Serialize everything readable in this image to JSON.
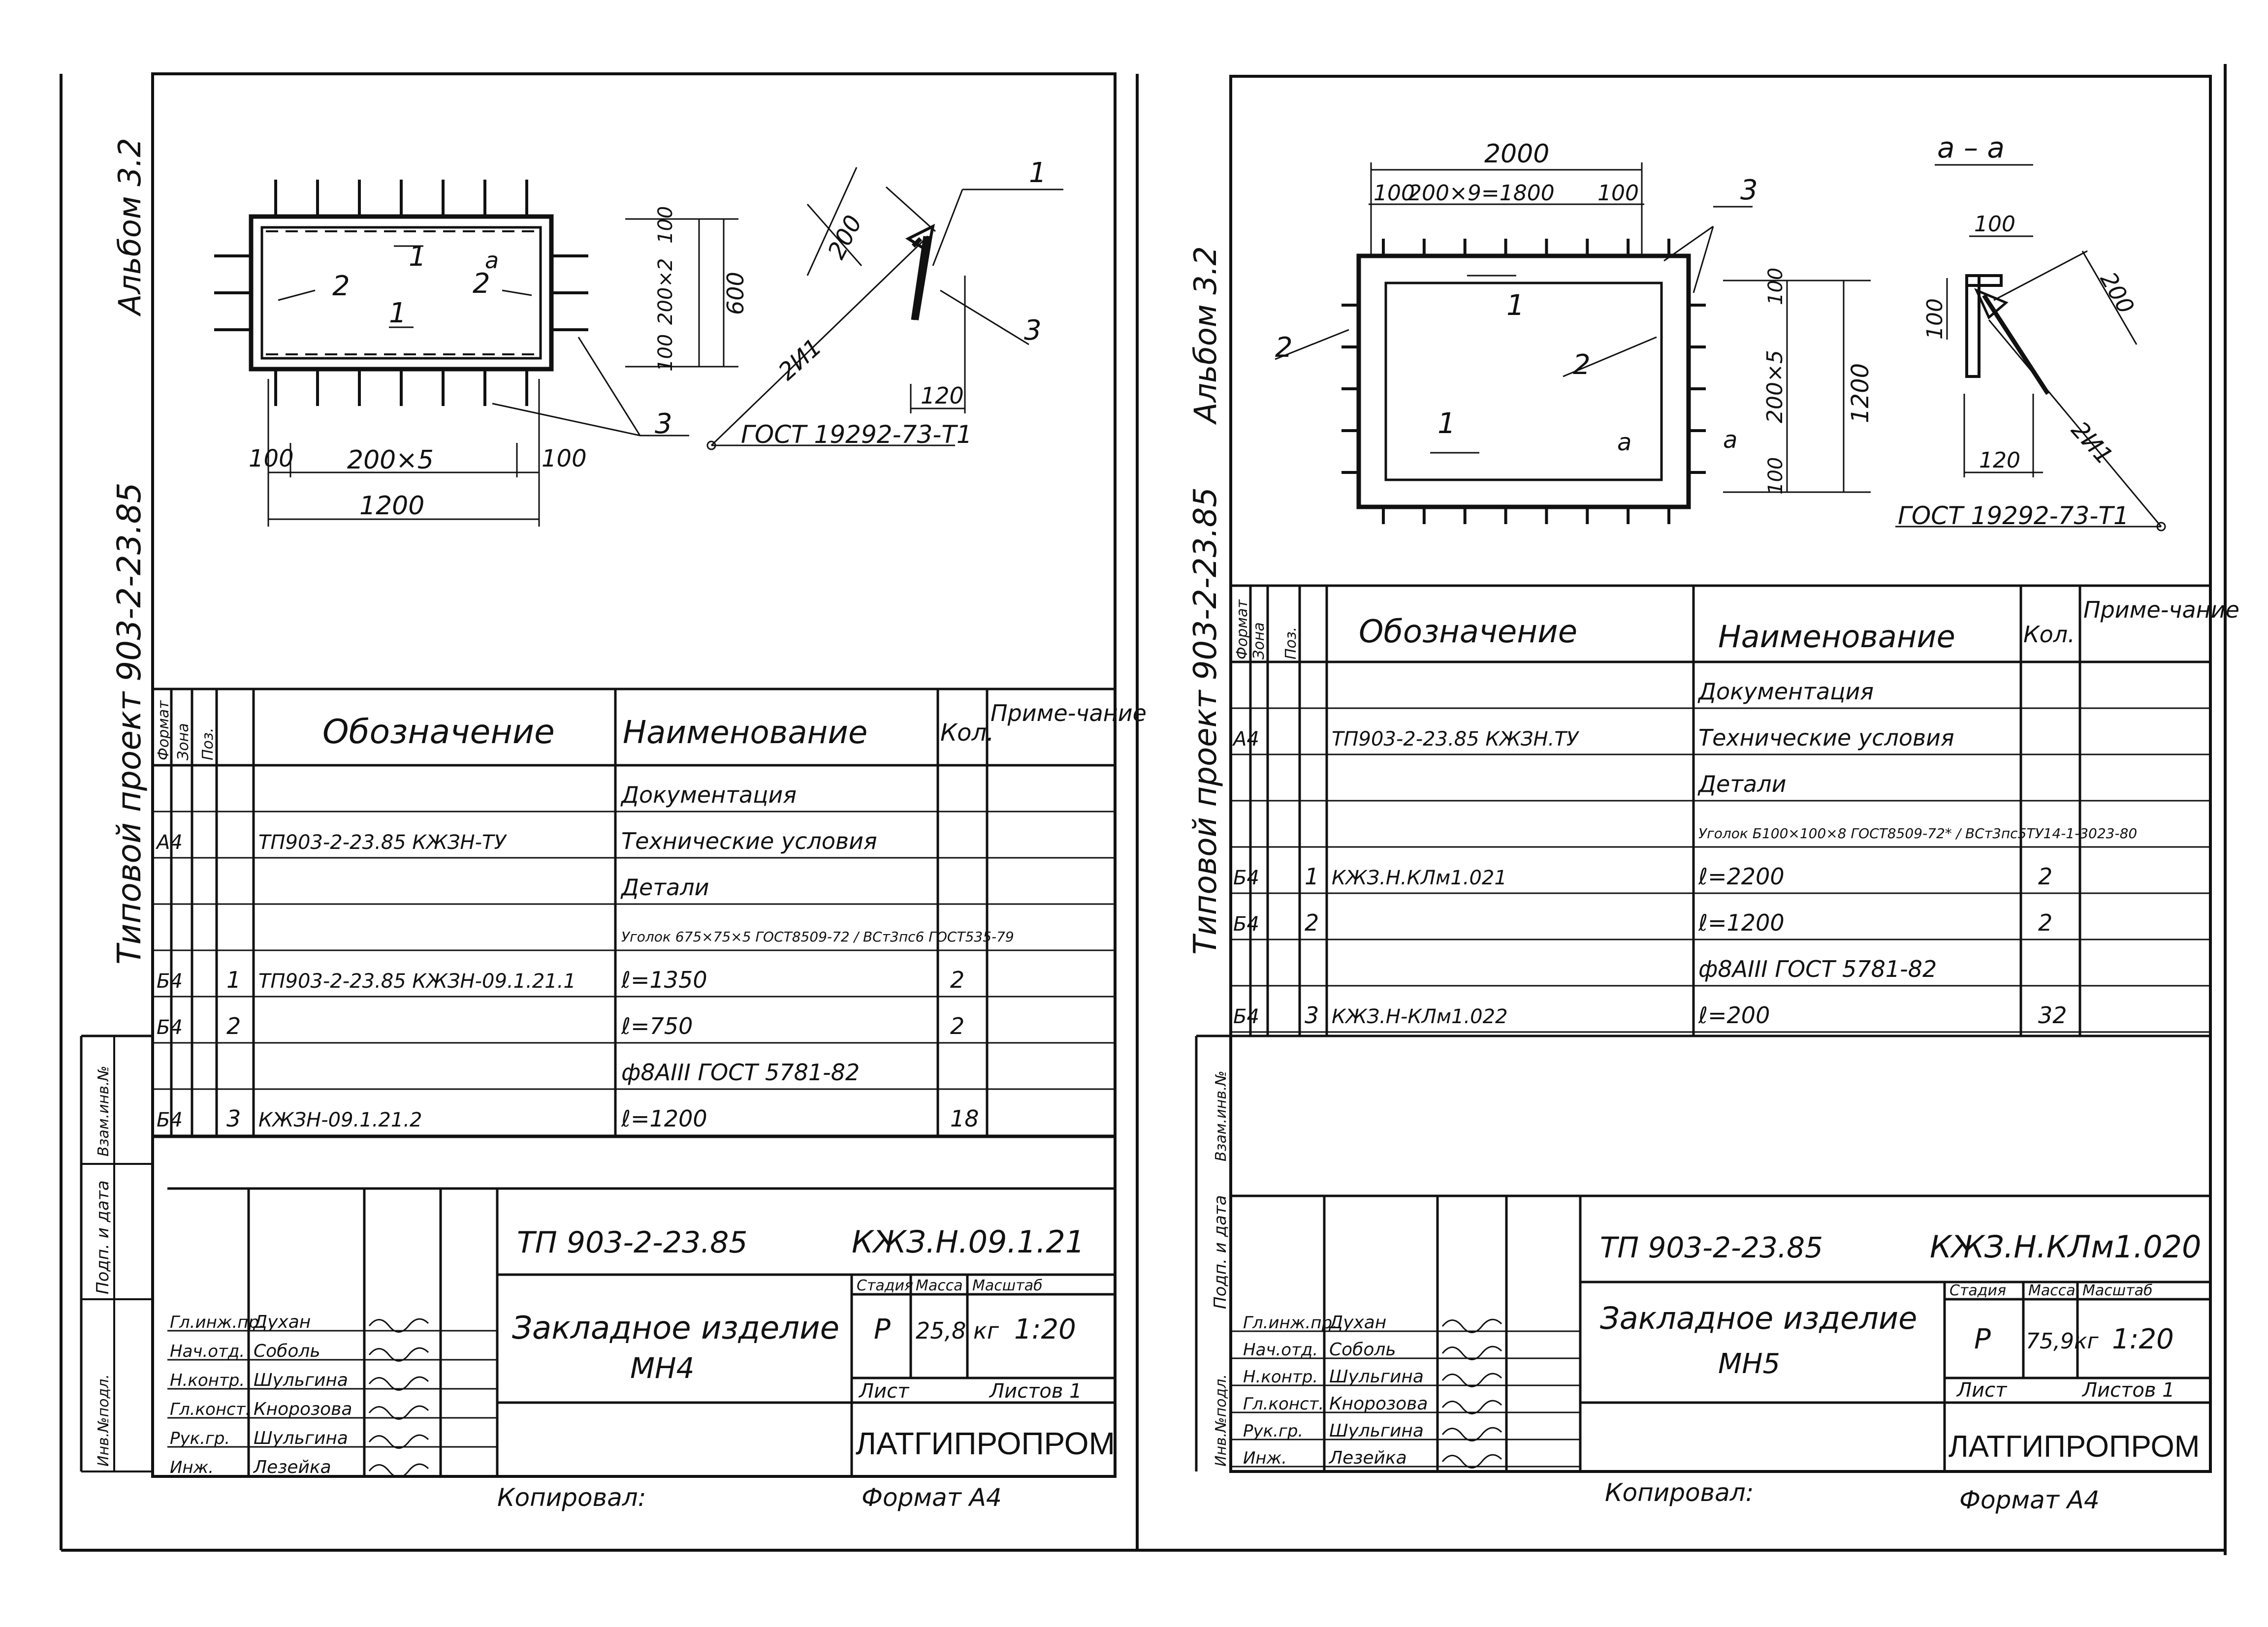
{
  "left_sheet": {
    "album": "Альбом 3.2",
    "project_code_vertical": "Типовой проект 903-2-23.85",
    "drawing": {
      "dim_total": "1200",
      "dim_pitch": "200×5",
      "dim_end_left": "100",
      "dim_end_right": "100",
      "dim_height": "600",
      "dim_h_top": "100",
      "dim_h_pitch": "200×2",
      "dim_h_bottom": "100",
      "pos_1": "1",
      "pos_2": "2",
      "pos_3": "3",
      "section_mark": "a",
      "detail_len": "200",
      "detail_weld": "2И1",
      "detail_offset": "120",
      "detail_gost": "ГОСТ 19292-73-Т1"
    },
    "spec_headers": {
      "format": "Формат",
      "zone": "Зона",
      "pos": "Поз.",
      "designation": "Обозначение",
      "name": "Наименование",
      "qty": "Кол.",
      "note": "Приме-чание"
    },
    "spec_rows": [
      {
        "format": "",
        "pos": "",
        "designation": "",
        "name": "Документация",
        "qty": ""
      },
      {
        "format": "А4",
        "pos": "",
        "designation": "ТП903-2-23.85        КЖЗН-ТУ",
        "name": "Технические условия",
        "qty": ""
      },
      {
        "format": "",
        "pos": "",
        "designation": "",
        "name": "Детали",
        "qty": ""
      },
      {
        "format": "",
        "pos": "",
        "designation": "",
        "name": "Уголок 675×75×5 ГОСТ8509-72 / ВСт3пс6 ГОСТ535-79",
        "qty": ""
      },
      {
        "format": "Б4",
        "pos": "1",
        "designation": "ТП903-2-23.85  КЖЗН-09.1.21.1",
        "name": "ℓ=1350",
        "qty": "2"
      },
      {
        "format": "Б4",
        "pos": "2",
        "designation": "",
        "name": "ℓ=750",
        "qty": "2"
      },
      {
        "format": "",
        "pos": "",
        "designation": "",
        "name": "ф8АIII  ГОСТ 5781-82",
        "qty": ""
      },
      {
        "format": "Б4",
        "pos": "3",
        "designation": "КЖЗН-09.1.21.2",
        "name": "ℓ=1200",
        "qty": "18"
      }
    ],
    "title_block": {
      "project": "ТП 903-2-23.85",
      "code": "КЖЗ.Н.09.1.21",
      "title_line1": "Закладное изделие",
      "title_line2": "МН4",
      "stage_label": "Стадия",
      "mass_label": "Масса",
      "scale_label": "Масштаб",
      "stage": "Р",
      "mass": "25,8 кг",
      "scale": "1:20",
      "sheet_label": "Лист",
      "sheets_label": "Листов 1",
      "org": "ЛАТГИПРОПРОМ",
      "signers": [
        {
          "role": "Гл.инж.пр.",
          "name": "Духан"
        },
        {
          "role": "Нач.отд.",
          "name": "Соболь"
        },
        {
          "role": "Н.контр.",
          "name": "Шульгина"
        },
        {
          "role": "Гл.конст.",
          "name": "Кнорозова"
        },
        {
          "role": "Рук.гр.",
          "name": "Шульгина"
        },
        {
          "role": "Инж.",
          "name": "Лезейка"
        }
      ],
      "side_labels": [
        "Взам.инв.№",
        "Подп. и дата",
        "Инв.№подл."
      ]
    },
    "copied": "Копировал:",
    "format": "Формат А4"
  },
  "right_sheet": {
    "album": "Альбом 3.2",
    "project_code_vertical": "Типовой проект 903-2-23.85",
    "drawing": {
      "dim_total": "2000",
      "dim_pitch": "200×9=1800",
      "dim_end_left": "100",
      "dim_end_right": "100",
      "dim_height": "1200",
      "dim_h_top": "100",
      "dim_h_pitch": "200×5",
      "dim_h_bottom": "100",
      "pos_1": "1",
      "pos_2": "2",
      "pos_3": "3",
      "section_mark": "a",
      "section_title": "a – a",
      "detail_w": "100",
      "detail_h": "100",
      "detail_len": "200",
      "detail_weld": "2И1",
      "detail_offset": "120",
      "detail_gost": "ГОСТ 19292-73-Т1"
    },
    "spec_rows": [
      {
        "format": "",
        "pos": "",
        "designation": "",
        "name": "Документация",
        "qty": ""
      },
      {
        "format": "А4",
        "pos": "",
        "designation": "ТП903-2-23.85  КЖЗН.ТУ",
        "name": "Технические условия",
        "qty": ""
      },
      {
        "format": "",
        "pos": "",
        "designation": "",
        "name": "Детали",
        "qty": ""
      },
      {
        "format": "",
        "pos": "",
        "designation": "",
        "name": "Уголок Б100×100×8 ГОСТ8509-72* / ВСт3пс5ТУ14-1-3023-80",
        "qty": ""
      },
      {
        "format": "Б4",
        "pos": "1",
        "designation": "КЖЗ.Н.КЛм1.021",
        "name": "ℓ=2200",
        "qty": "2"
      },
      {
        "format": "Б4",
        "pos": "2",
        "designation": "",
        "name": "ℓ=1200",
        "qty": "2"
      },
      {
        "format": "",
        "pos": "",
        "designation": "",
        "name": "ф8АIII  ГОСТ 5781-82",
        "qty": ""
      },
      {
        "format": "Б4",
        "pos": "3",
        "designation": "КЖЗ.Н-КЛм1.022",
        "name": "ℓ=200",
        "qty": "32"
      }
    ],
    "title_block": {
      "project": "ТП 903-2-23.85",
      "code": "КЖЗ.Н.КЛм1.020",
      "title_line1": "Закладное изделие",
      "title_line2": "МН5",
      "stage": "Р",
      "mass": "75,9кг",
      "scale": "1:20",
      "org": "ЛАТГИПРОПРОМ",
      "signers": [
        {
          "role": "Гл.инж.пр.",
          "name": "Духан"
        },
        {
          "role": "Нач.отд.",
          "name": "Соболь"
        },
        {
          "role": "Н.контр.",
          "name": "Шульгина"
        },
        {
          "role": "Гл.конст.",
          "name": "Кнорозова"
        },
        {
          "role": "Рук.гр.",
          "name": "Шульгина"
        },
        {
          "role": "Инж.",
          "name": "Лезейка"
        }
      ]
    },
    "copied": "Копировал:",
    "format": "Формат А4"
  }
}
